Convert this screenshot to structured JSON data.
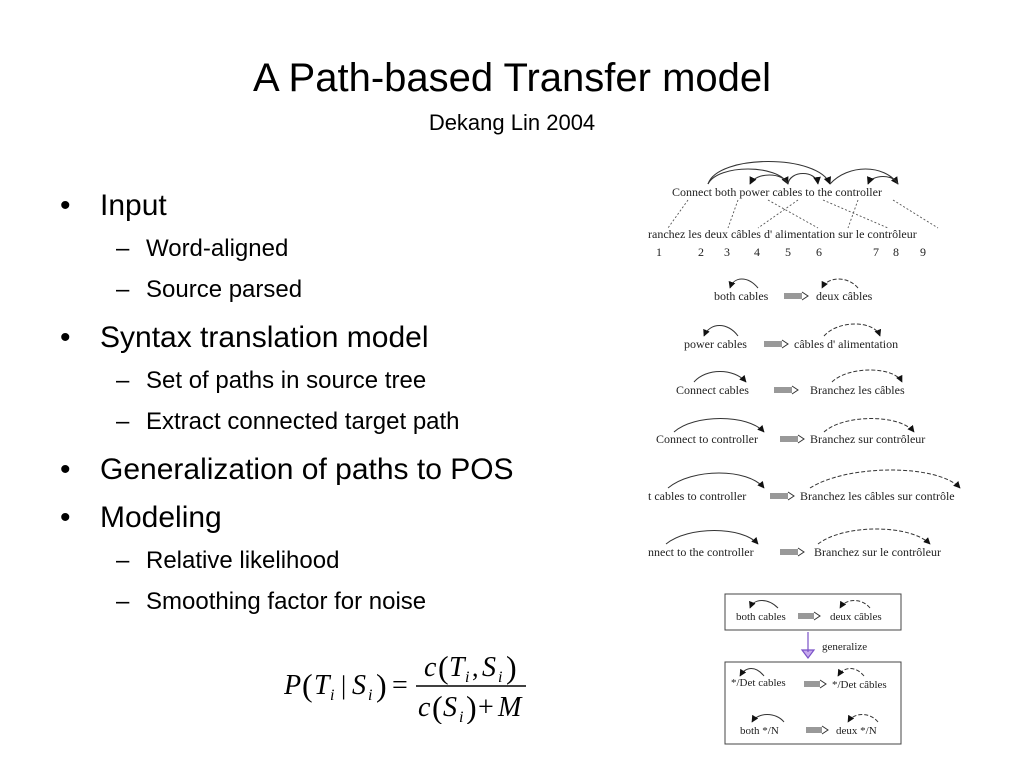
{
  "slide": {
    "title": "A Path-based Transfer model",
    "subtitle": "Dekang Lin 2004"
  },
  "bullets": [
    {
      "label": "Input",
      "children": [
        "Word-aligned",
        "Source parsed"
      ]
    },
    {
      "label": "Syntax translation model",
      "children": [
        "Set of paths in source tree",
        "Extract connected target path"
      ]
    },
    {
      "label": "Generalization of paths to POS",
      "children": []
    },
    {
      "label": "Modeling",
      "children": [
        "Relative likelihood",
        "Smoothing factor for noise"
      ]
    }
  ],
  "formula": {
    "lhs_P": "P",
    "lhs_T": "T",
    "lhs_i1": "i",
    "lhs_bar": "|",
    "lhs_S": "S",
    "lhs_i2": "i",
    "equals": "=",
    "num_c": "c",
    "num_T": "T",
    "num_i1": "i",
    "num_comma": ",",
    "num_S": "S",
    "num_i2": "i",
    "den_c": "c",
    "den_S": "S",
    "den_i": "i",
    "den_plus": "+",
    "den_M": "M"
  },
  "diagram": {
    "source_sentence": "Connect both power cables to the controller",
    "target_sentence": "ranchez les deux câbles d' alimentation sur le contrôleur",
    "word_indices": [
      "1",
      "2",
      "3",
      "4",
      "5",
      "6",
      "7",
      "8",
      "9"
    ],
    "paths": [
      {
        "source": "both cables",
        "target": "deux câbles"
      },
      {
        "source": "power cables",
        "target": "câbles d' alimentation"
      },
      {
        "source": "Connect cables",
        "target": "Branchez les câbles"
      },
      {
        "source": "Connect to controller",
        "target": "Branchez sur contrôleur"
      },
      {
        "source": "t cables to controller",
        "target": "Branchez les câbles sur contrôle"
      },
      {
        "source": "nnect to the controller",
        "target": "Branchez sur le contrôleur"
      }
    ],
    "generalization": {
      "top_source": "both cables",
      "top_target": "deux câbles",
      "label": "generalize",
      "rows": [
        {
          "source": "*/Det cables",
          "target": "*/Det câbles"
        },
        {
          "source": "both */N",
          "target": "deux */N"
        }
      ]
    }
  }
}
